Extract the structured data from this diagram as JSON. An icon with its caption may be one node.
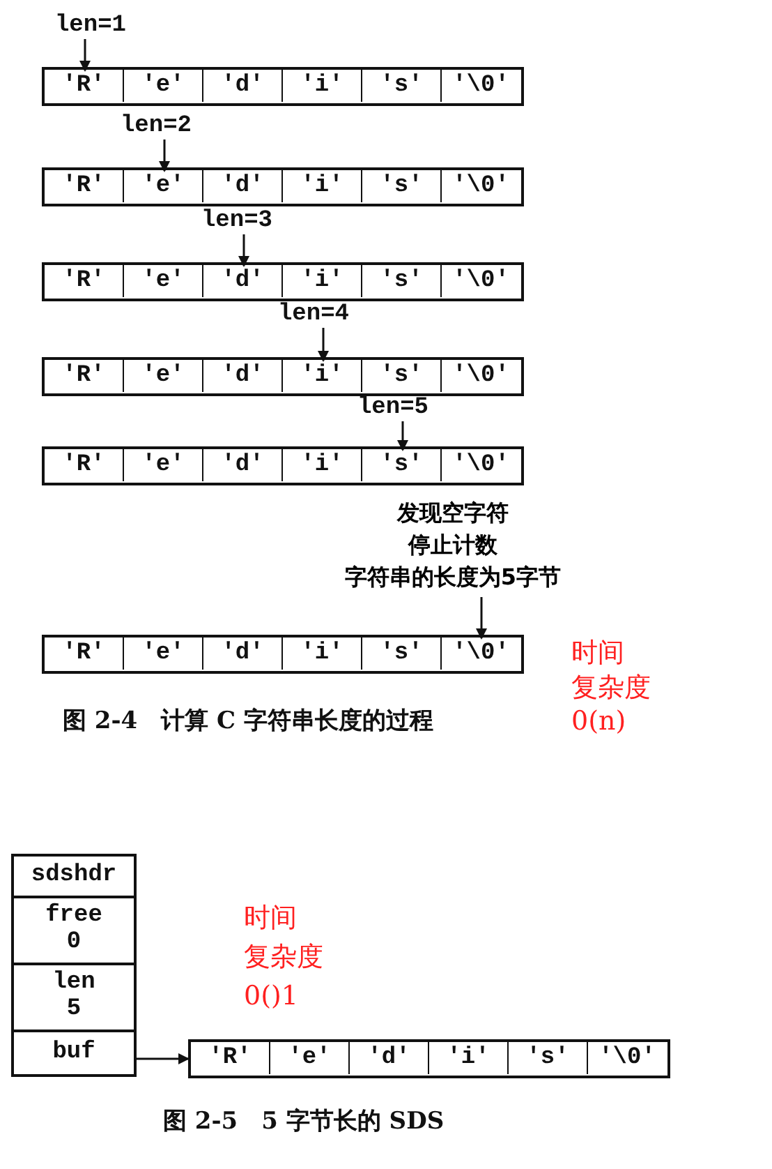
{
  "diagram": {
    "nodes": [
      {
        "text": [
          "len=1"
        ]
      },
      {
        "text": [],
        "shape": "box"
      },
      {
        "text": [
          "'R'"
        ],
        "in": 1
      },
      {
        "text": [
          "'e'"
        ],
        "in": 1
      },
      {
        "text": [
          "'d'"
        ],
        "in": 1
      },
      {
        "text": [
          "'i'"
        ],
        "in": 1
      },
      {
        "text": [
          "'s'"
        ],
        "in": 1
      },
      {
        "text": [
          "'\\0'"
        ],
        "in": 1
      },
      {
        "text": [
          "len=2"
        ]
      },
      {
        "text": [],
        "shape": "box"
      },
      {
        "text": [
          "'R'"
        ],
        "in": 9
      },
      {
        "text": [
          "'e'"
        ],
        "in": 9
      },
      {
        "text": [
          "'d'"
        ],
        "in": 9
      },
      {
        "text": [
          "'i'"
        ],
        "in": 9
      },
      {
        "text": [
          "'s'"
        ],
        "in": 9
      },
      {
        "text": [
          "'\\0'"
        ],
        "in": 9
      },
      {
        "text": [
          "len=3"
        ]
      },
      {
        "text": [],
        "shape": "box"
      },
      {
        "text": [
          "'R'"
        ],
        "in": 17
      },
      {
        "text": [
          "'e'"
        ],
        "in": 17
      },
      {
        "text": [
          "'d'"
        ],
        "in": 17
      },
      {
        "text": [
          "'i'"
        ],
        "in": 17
      },
      {
        "text": [
          "'s'"
        ],
        "in": 17
      },
      {
        "text": [
          "'\\0'"
        ],
        "in": 17
      },
      {
        "text": [
          "len=4"
        ]
      },
      {
        "text": [],
        "shape": "box"
      },
      {
        "text": [
          "'R'"
        ],
        "in": 25
      },
      {
        "text": [
          "'e'"
        ],
        "in": 25
      },
      {
        "text": [
          "'d'"
        ],
        "in": 25
      },
      {
        "text": [
          "'i'"
        ],
        "in": 25
      },
      {
        "text": [
          "'s'"
        ],
        "in": 25
      },
      {
        "text": [
          "'\\0'"
        ],
        "in": 25
      },
      {
        "text": [
          "len=5"
        ]
      },
      {
        "text": [],
        "shape": "box"
      },
      {
        "text": [
          "'R'"
        ],
        "in": 33
      },
      {
        "text": [
          "'e'"
        ],
        "in": 33
      },
      {
        "text": [
          "'d'"
        ],
        "in": 33
      },
      {
        "text": [
          "'i'"
        ],
        "in": 33
      },
      {
        "text": [
          "'s'"
        ],
        "in": 33
      },
      {
        "text": [
          "'\\0'"
        ],
        "in": 33
      },
      {
        "text": [
          "发现空字符",
          "停止计数",
          "字符串的长度为5字节"
        ]
      },
      {
        "text": [],
        "shape": "box"
      },
      {
        "text": [
          "'R'"
        ],
        "in": 41
      },
      {
        "text": [
          "'e'"
        ],
        "in": 41
      },
      {
        "text": [
          "'d'"
        ],
        "in": 41
      },
      {
        "text": [
          "'i'"
        ],
        "in": 41
      },
      {
        "text": [
          "'s'"
        ],
        "in": 41
      },
      {
        "text": [
          "'\\0'"
        ],
        "in": 41
      },
      {
        "text": [
          "sdshdr"
        ]
      },
      {
        "text": [
          "free 0"
        ]
      },
      {
        "text": [
          "len 5"
        ]
      },
      {
        "text": [
          "buf"
        ]
      },
      {
        "text": [],
        "shape": "box"
      },
      {
        "text": [
          "'R'"
        ],
        "in": 52
      },
      {
        "text": [
          "'e'"
        ],
        "in": 52
      },
      {
        "text": [
          "'d'"
        ],
        "in": 52
      },
      {
        "text": [
          "'i'"
        ],
        "in": 52
      },
      {
        "text": [
          "'s'"
        ],
        "in": 52
      },
      {
        "text": [
          "'\\0'"
        ],
        "in": 52
      }
    ],
    "edges": [
      {
        "from": 0,
        "to": 2,
        "arrow": "to"
      },
      {
        "from": 8,
        "to": 11,
        "arrow": "to"
      },
      {
        "from": 16,
        "to": 20,
        "arrow": "to"
      },
      {
        "from": 24,
        "to": 29,
        "arrow": "to"
      },
      {
        "from": 32,
        "to": 38,
        "arrow": "to"
      },
      {
        "from": 40,
        "to": 47,
        "arrow": "to"
      },
      {
        "from": 51,
        "to": 52,
        "arrow": "to"
      }
    ],
    "labels": [
      "时间",
      "复杂度",
      "0(n)",
      "图 2-4　计算 C 字符串长度的过程",
      "时间",
      "复杂度",
      "0()1",
      "图 2-5　5 字节长的 SDS"
    ]
  }
}
